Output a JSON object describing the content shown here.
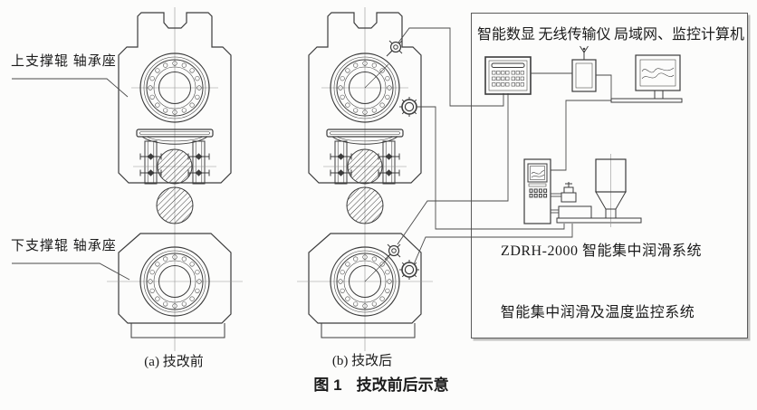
{
  "figure": {
    "caption_prefix": "图 1",
    "caption_title": "技改前后示意",
    "caption_a": "(a) 技改前",
    "caption_b": "(b) 技改后",
    "label_upper_bearing_seat": "上支撑辊 轴承座",
    "label_lower_bearing_seat": "下支撑辊 轴承座"
  },
  "system_panel": {
    "header_items": [
      "智能数显",
      "无线传输仪",
      "局域网、监控计算机"
    ],
    "lubrication_system_label": "ZDRH-2000 智能集中润滑系统",
    "system_title": "智能集中润滑及温度监控系统"
  },
  "colors": {
    "paper_bg": "#fcfcfb",
    "line_ink": "#3c3c3c",
    "text_ink": "#1b1b1b",
    "centerline": "#949494"
  }
}
